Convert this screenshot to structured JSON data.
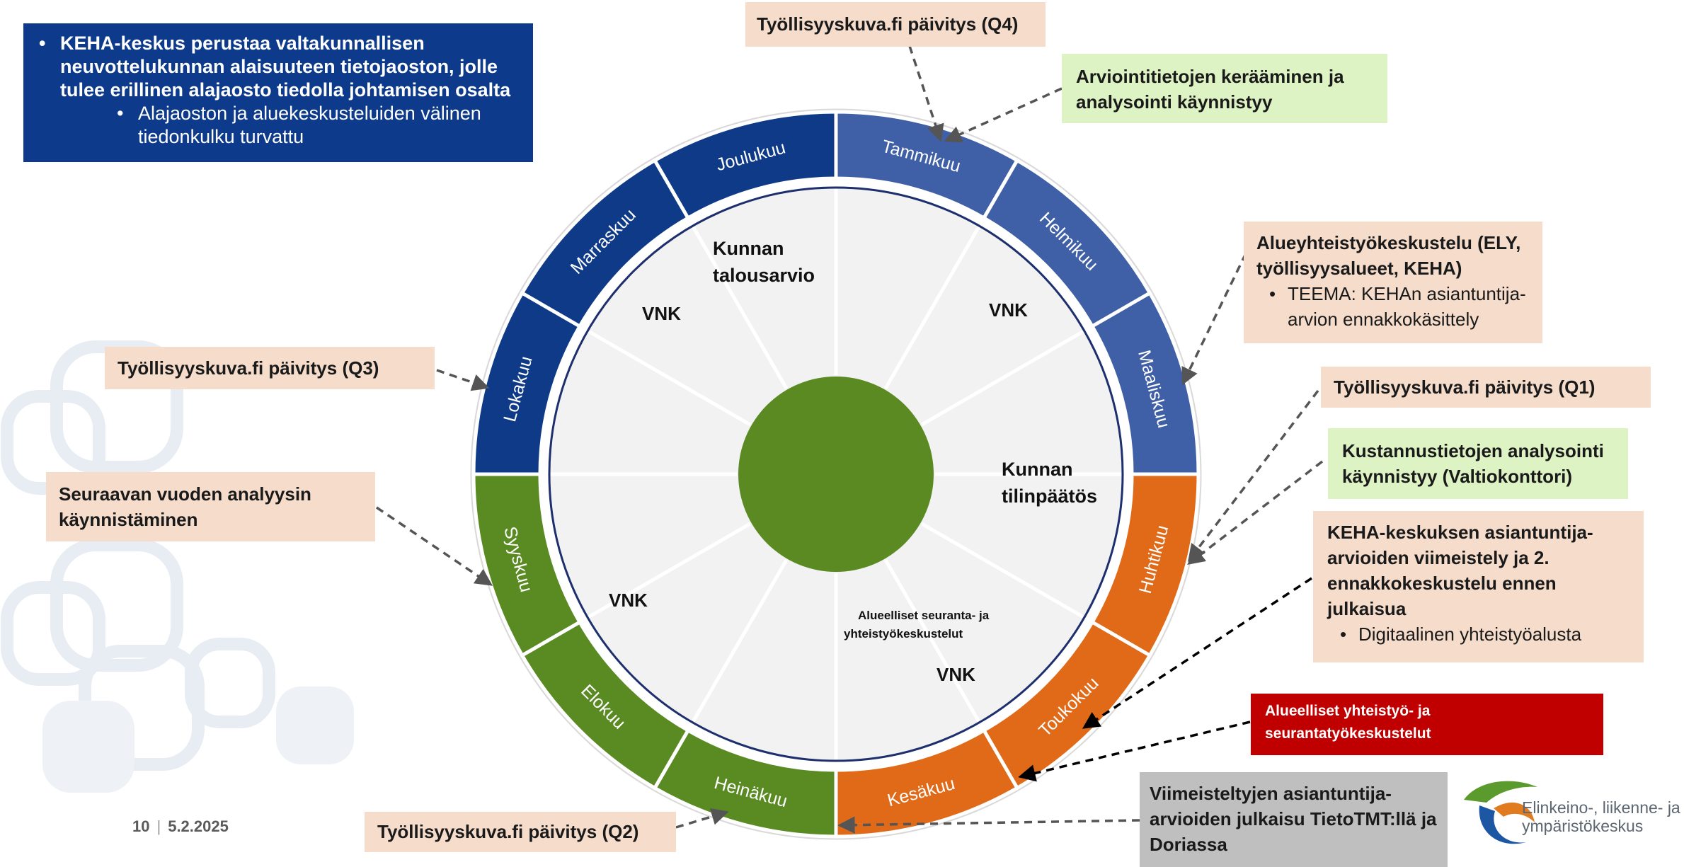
{
  "top_note": {
    "main": "KEHA-keskus perustaa valtakunnallisen neuvottelukunnan alaisuuteen tietojaoston, jolle tulee erillinen alajaosto tiedolla johtamisen osalta",
    "sub": "Alajaoston ja aluekeskusteluiden välinen tiedonkulku turvattu"
  },
  "months": [
    "Tammikuu",
    "Helmikuu",
    "Maaliskuu",
    "Huhtikuu",
    "Toukokuu",
    "Kesäkuu",
    "Heinäkuu",
    "Elokuu",
    "Syyskuu",
    "Lokakuu",
    "Marraskuu",
    "Joulukuu"
  ],
  "month_colors": {
    "q1": "#3f5fa6",
    "q2": "#e06a17",
    "q3": "#5a8a22",
    "q4": "#0e3a88"
  },
  "inner_labels": {
    "kunnan_talousarvio": "Kunnan talousarvio",
    "vnk": "VNK",
    "kunnan_tilinpaatos": "Kunnan tilinpäätös",
    "alueelliset": "Alueelliset seuranta- ja yhteistyökeskustelut"
  },
  "callouts": {
    "q4": "Työllisyyskuva.fi päivitys (Q4)",
    "arviointi": "Arviointitietojen kerääminen ja analysointi käynnistyy",
    "alueyhteistyo_title": "Alueyhteistyökeskustelu (ELY, työllisyysalueet, KEHA)",
    "alueyhteistyo_bullet": "TEEMA: KEHAn asiantuntija-arvion ennakkokäsittely",
    "q1": "Työllisyyskuva.fi päivitys (Q1)",
    "kustannus": "Kustannustietojen analysointi käynnistyy (Valtiokonttori)",
    "keha_title": "KEHA-keskuksen asiantuntija-arvioiden viimeistely ja 2. ennakkokeskustelu ennen julkaisua",
    "keha_bullet": "Digitaalinen yhteistyöalusta",
    "alueelliset_red": "Alueelliset yhteistyö- ja seurantatyökeskustelut",
    "viimeistellyt": "Viimeisteltyjen asiantuntija-arvioiden julkaisu TietoTMT:llä ja Doriassa",
    "q2": "Työllisyyskuva.fi päivitys (Q2)",
    "q3": "Työllisyyskuva.fi päivitys (Q3)",
    "seuraavan": "Seuraavan vuoden analyysin käynnistäminen"
  },
  "footer": {
    "page": "10",
    "date": "5.2.2025"
  },
  "logo_text": "Elinkeino-, liikenne- ja ympäristökeskus"
}
